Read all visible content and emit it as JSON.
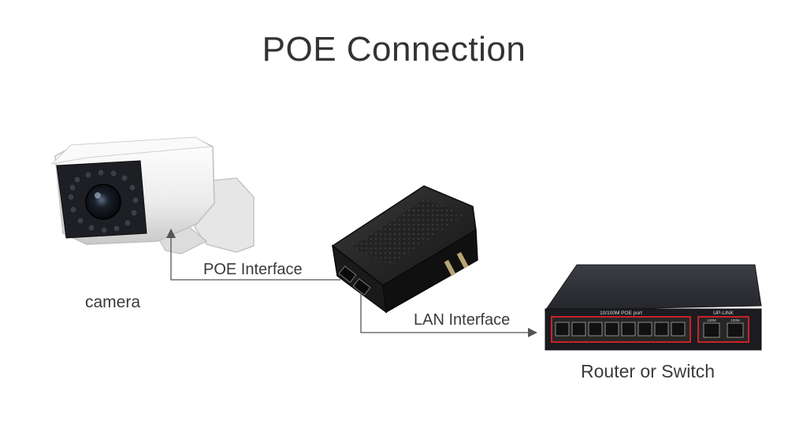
{
  "title": "POE Connection",
  "devices": {
    "camera": {
      "label": "camera"
    },
    "injector": {
      "label": ""
    },
    "switch": {
      "label": "Router or Switch",
      "port_group_label": "10/100M POE port",
      "uplink_label": "UP-LINK",
      "uplink_speed_1": "100M",
      "uplink_speed_2": "100M"
    }
  },
  "connections": {
    "poe": {
      "label": "POE Interface"
    },
    "lan": {
      "label": "LAN Interface"
    }
  },
  "colors": {
    "line": "#555555",
    "accent": "#c8222a",
    "device_dark": "#1c1c1c",
    "camera_white": "#f2f2f2"
  }
}
